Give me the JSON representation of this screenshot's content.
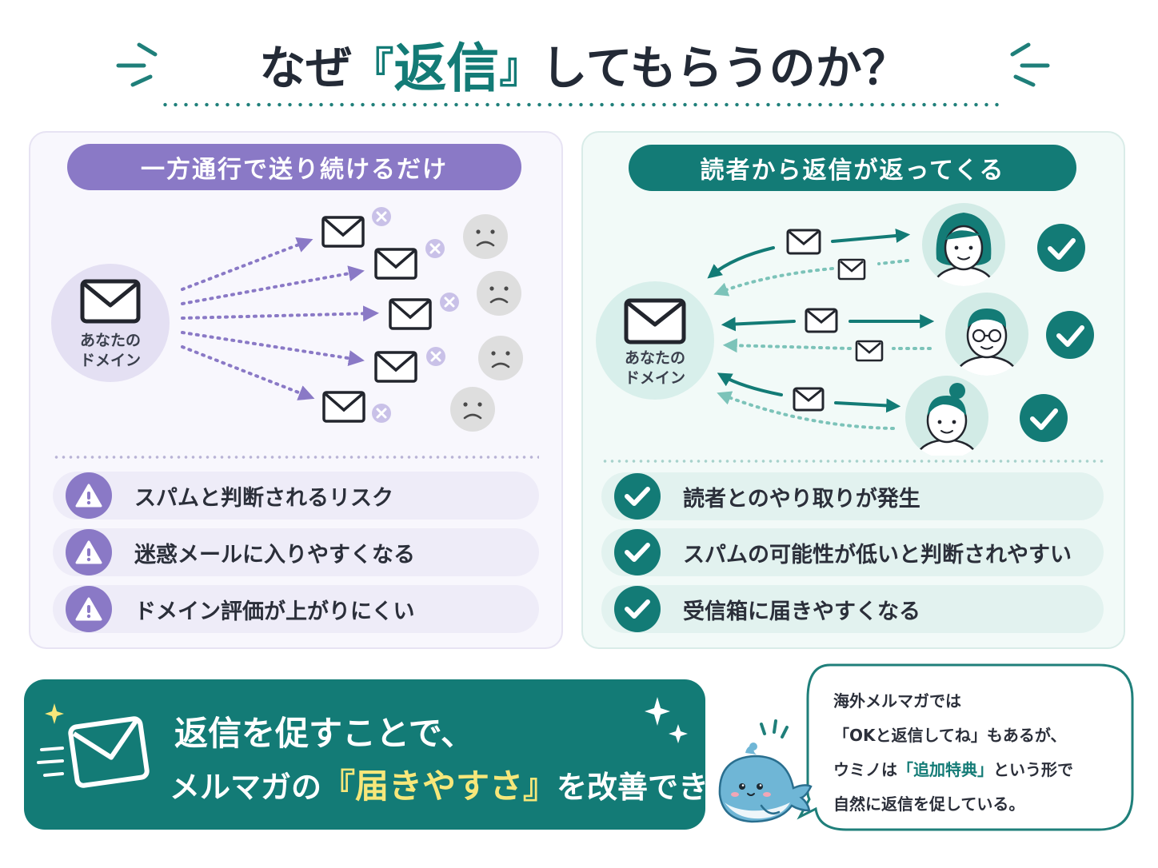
{
  "title": {
    "before": "なぜ",
    "open_bracket": "『",
    "highlight": "返信",
    "close_bracket": "』",
    "after": "してもらうのか？"
  },
  "left_panel": {
    "heading": "一方通行で送り続けるだけ",
    "domain_label_line1": "あなたの",
    "domain_label_line2": "ドメイン",
    "bullets": [
      "スパムと判断されるリスク",
      "迷惑メールに入りやすくなる",
      "ドメイン評価が上がりにくい"
    ]
  },
  "right_panel": {
    "heading": "読者から返信が返ってくる",
    "domain_label_line1": "あなたの",
    "domain_label_line2": "ドメイン",
    "bullets": [
      "読者とのやり取りが発生",
      "スパムの可能性が低いと判断されやすい",
      "受信箱に届きやすくなる"
    ]
  },
  "banner": {
    "line1": "返信を促すことで、",
    "line2_before": "メルマガの",
    "line2_highlight": "『届きやすさ』",
    "line2_after": "を改善できる"
  },
  "bubble": {
    "line1": "海外メルマガでは",
    "line2": "「OKと返信してね」もあるが、",
    "line3_before": "ウミノは",
    "line3_highlight": "「追加特典」",
    "line3_after": "という形で",
    "line4": "自然に返信を促している。"
  },
  "colors": {
    "teal": "#137b76",
    "purple": "#8a79c6",
    "yellow_highlight": "#f6e77a",
    "sad_face": "#dedede"
  },
  "icons": {
    "decor": "sparkle-lines-icon",
    "mail": "envelope-icon",
    "fail": "x-circle-icon",
    "sad": "sad-face-icon",
    "warning": "warning-icon",
    "check": "check-circle-icon",
    "reader": "person-avatar-icon",
    "mascot": "whale-mascot-icon"
  }
}
